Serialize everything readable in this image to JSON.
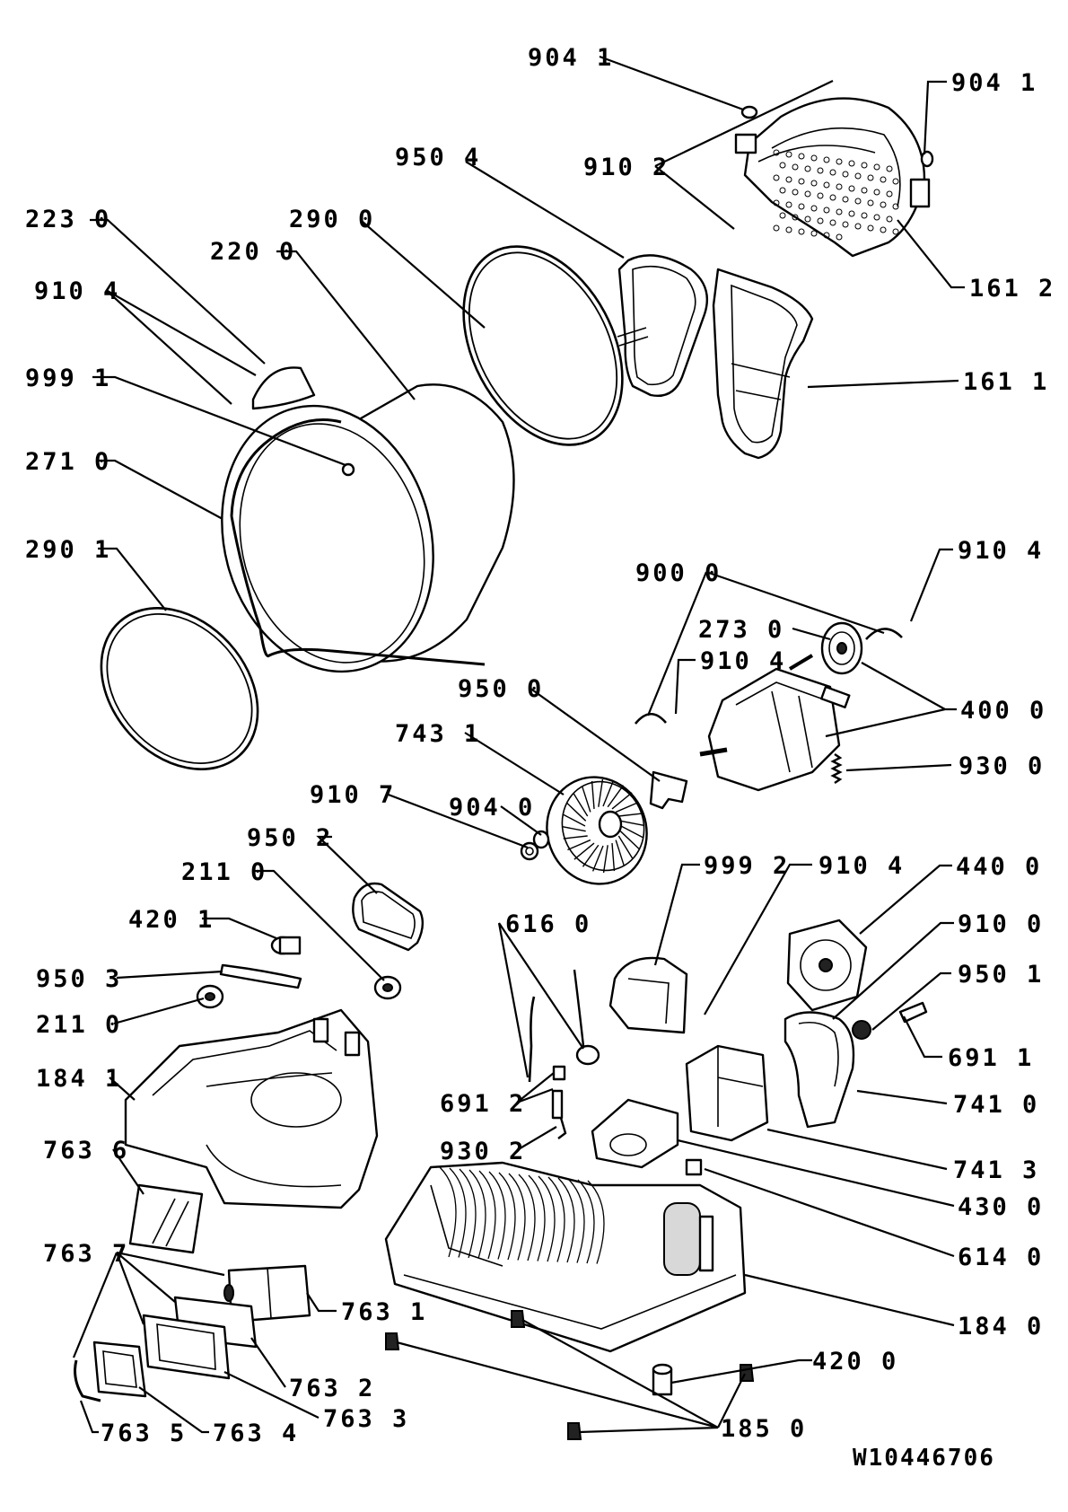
{
  "labels": {
    "l904_1a": "904 1",
    "l904_1b": "904 1",
    "l910_2": "910 2",
    "l950_4": "950 4",
    "l290_0": "290 0",
    "l223_0": "223 0",
    "l220_0": "220 0",
    "l910_4a": "910 4",
    "l161_2": "161 2",
    "l999_1": "999 1",
    "l161_1": "161 1",
    "l271_0": "271 0",
    "l290_1": "290 1",
    "l900_0": "900 0",
    "l910_4b": "910 4",
    "l273_0": "273 0",
    "l910_4c": "910 4",
    "l950_0": "950 0",
    "l400_0": "400 0",
    "l743_1": "743 1",
    "l930_0": "930 0",
    "l910_7": "910 7",
    "l904_0": "904 0",
    "l950_2": "950 2",
    "l999_2": "999 2",
    "l910_4d": "910 4",
    "l440_0": "440 0",
    "l211_0a": "211 0",
    "l616_0": "616 0",
    "l910_0": "910 0",
    "l420_1": "420 1",
    "l950_1": "950 1",
    "l950_3": "950 3",
    "l211_0b": "211 0",
    "l691_1": "691 1",
    "l184_1": "184 1",
    "l691_2": "691 2",
    "l741_0": "741 0",
    "l930_2": "930 2",
    "l741_3": "741 3",
    "l763_6": "763 6",
    "l430_0": "430 0",
    "l614_0": "614 0",
    "l763_7": "763 7",
    "l763_1": "763 1",
    "l184_0": "184 0",
    "l420_0": "420 0",
    "l763_2": "763 2",
    "l763_3": "763 3",
    "l763_5": "763 5",
    "l763_4": "763 4",
    "l185_0": "185 0"
  },
  "drawing_code": "W10446706"
}
